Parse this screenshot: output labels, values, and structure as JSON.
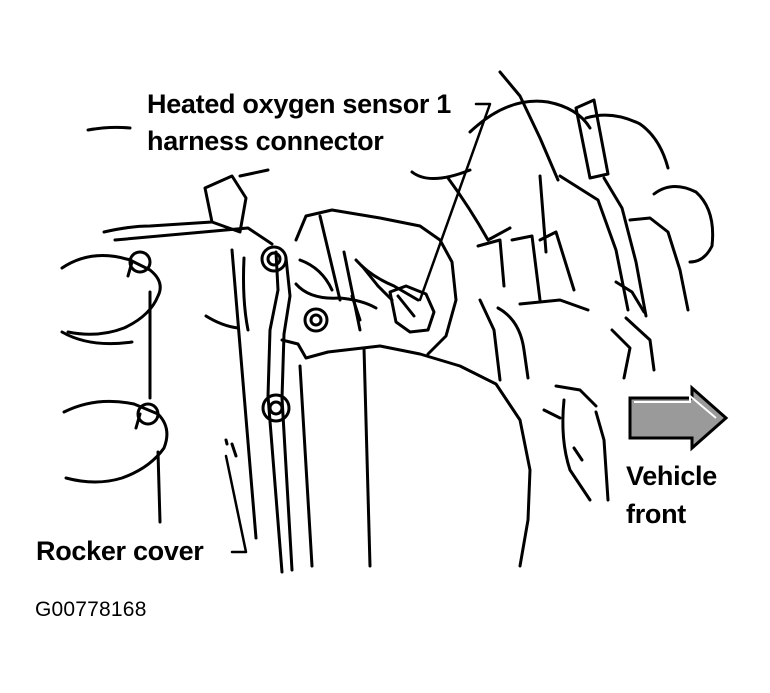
{
  "labels": {
    "sensor_line1": "Heated oxygen sensor 1",
    "sensor_line2": "harness connector",
    "rocker_cover": "Rocker cover",
    "vehicle_front_line1": "Vehicle",
    "vehicle_front_line2": "front",
    "figure_code": "G00778168"
  },
  "colors": {
    "ink": "#000000",
    "paper": "#ffffff",
    "arrow_fill": "#9a9a9a"
  },
  "icons": {
    "direction_arrow": "vehicle-front-arrow-icon"
  }
}
